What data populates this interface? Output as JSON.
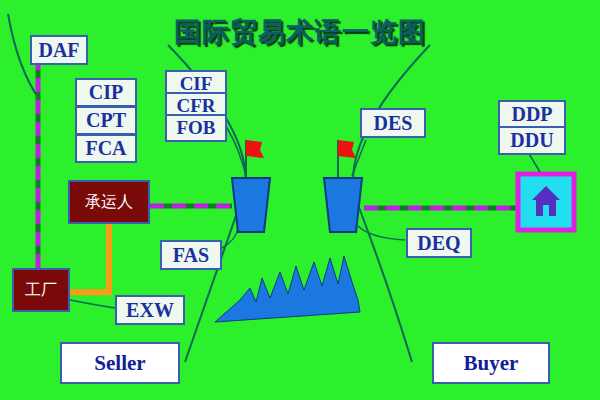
{
  "diagram": {
    "title": "国际贸易术语一览图",
    "nodes": [
      {
        "text": [
          "DAF"
        ]
      },
      {
        "text": [
          "CIP"
        ]
      },
      {
        "text": [
          "CPT"
        ]
      },
      {
        "text": [
          "FCA"
        ]
      },
      {
        "text": [
          "CIF"
        ]
      },
      {
        "text": [
          "CFR"
        ]
      },
      {
        "text": [
          "FOB"
        ]
      },
      {
        "text": [
          "DES"
        ]
      },
      {
        "text": [
          "DDP"
        ]
      },
      {
        "text": [
          "DDU"
        ]
      },
      {
        "text": [
          "承运人"
        ]
      },
      {
        "text": [
          "FAS"
        ]
      },
      {
        "text": [
          "DEQ"
        ]
      },
      {
        "text": [
          "工厂"
        ]
      },
      {
        "text": [
          "EXW"
        ]
      },
      {
        "text": [
          "Seller"
        ]
      },
      {
        "text": [
          "Buyer"
        ]
      }
    ],
    "edges": [
      {
        "from": 13,
        "to": 10,
        "arrow": "none"
      },
      {
        "from": 13,
        "to": 0,
        "arrow": "none"
      }
    ]
  }
}
